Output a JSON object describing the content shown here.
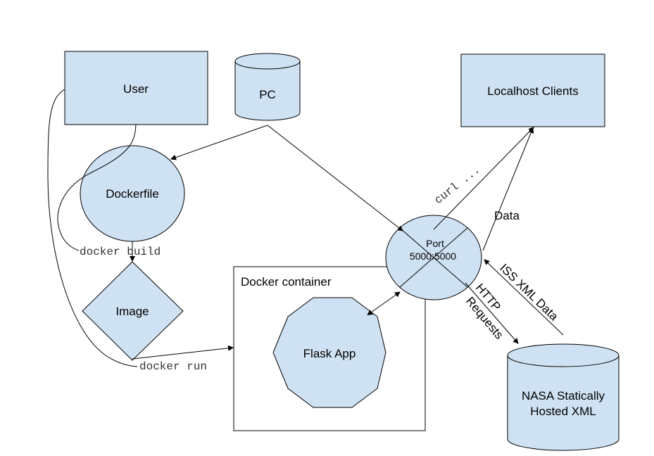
{
  "nodes": {
    "user": "User",
    "pc": "PC",
    "localhost_clients": "Localhost Clients",
    "dockerfile": "Dockerfile",
    "image": "Image",
    "docker_container": "Docker container",
    "flask_app": "Flask App",
    "port_line1": "Port",
    "port_line2": "5000:5000",
    "nasa_line1": "NASA Statically",
    "nasa_line2": "Hosted XML"
  },
  "edge_labels": {
    "docker_build": "docker build",
    "docker_run": "docker run",
    "curl": "curl ...",
    "data": "Data",
    "http": "HTTP",
    "requests": "Requests",
    "iss_xml_data": "ISS XML Data"
  },
  "colors": {
    "node_fill": "#cfe2f3",
    "stroke": "#000000"
  }
}
